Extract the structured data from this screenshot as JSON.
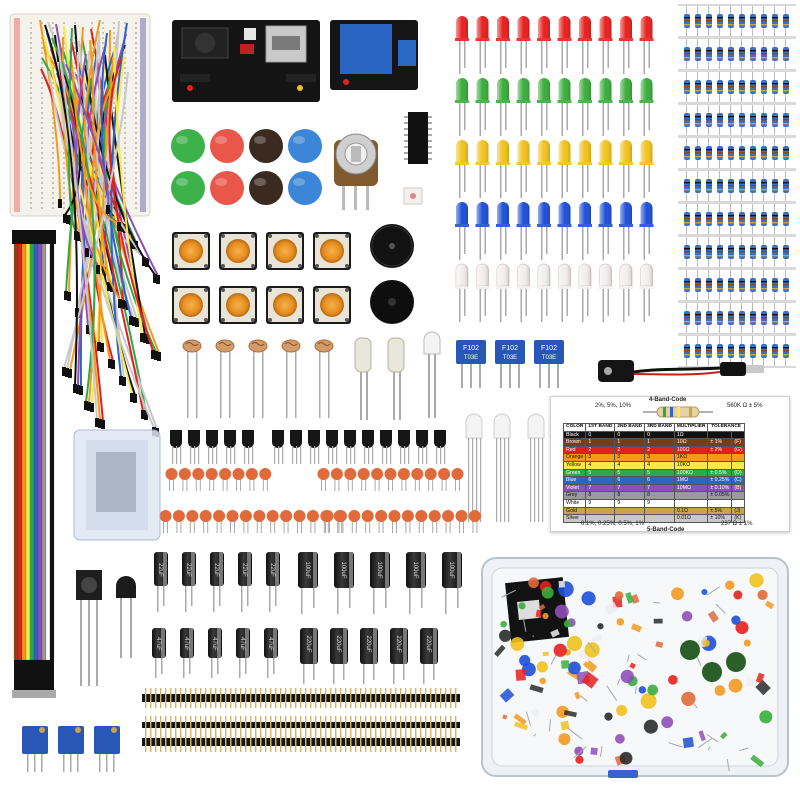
{
  "scene": {
    "description_free": true
  },
  "card": {
    "band4_title": "4-Band-Code",
    "band5_title": "5-Band-Code",
    "tol_top": "2%, 5%, 10%",
    "example4": "560K Ω ± 5%",
    "tol_bottom": "0.1%, 0.25%, 0.5%, 1%",
    "example5": "237 Ω ± 1%",
    "headers": [
      "COLOR",
      "1ST BAND",
      "2ND BAND",
      "3RD BAND",
      "MULTIPLIER",
      "TOLERANCE"
    ],
    "rows": [
      {
        "name": "Black",
        "b1": "0",
        "b2": "0",
        "b3": "0",
        "mult": "1Ω",
        "tol": "",
        "code": "",
        "color": "#111111",
        "text": "#ffffff"
      },
      {
        "name": "Brown",
        "b1": "1",
        "b2": "1",
        "b3": "1",
        "mult": "10Ω",
        "tol": "± 1%",
        "code": "(F)",
        "color": "#7a3d12",
        "text": "#ffffff"
      },
      {
        "name": "Red",
        "b1": "2",
        "b2": "2",
        "b3": "2",
        "mult": "100Ω",
        "tol": "± 2%",
        "code": "(G)",
        "color": "#e02020",
        "text": "#ffffff"
      },
      {
        "name": "Orange",
        "b1": "3",
        "b2": "3",
        "b3": "3",
        "mult": "1KΩ",
        "tol": "",
        "code": "",
        "color": "#f39a1e",
        "text": "#111111"
      },
      {
        "name": "Yellow",
        "b1": "4",
        "b2": "4",
        "b3": "4",
        "mult": "10KΩ",
        "tol": "",
        "code": "",
        "color": "#f7e94a",
        "text": "#111111"
      },
      {
        "name": "Green",
        "b1": "5",
        "b2": "5",
        "b3": "5",
        "mult": "100KΩ",
        "tol": "± 0.5%",
        "code": "(D)",
        "color": "#2fa84a",
        "text": "#ffffff"
      },
      {
        "name": "Blue",
        "b1": "6",
        "b2": "6",
        "b3": "6",
        "mult": "1MΩ",
        "tol": "± 0.25%",
        "code": "(C)",
        "color": "#2e63c8",
        "text": "#ffffff"
      },
      {
        "name": "Violet",
        "b1": "7",
        "b2": "7",
        "b3": "7",
        "mult": "10MΩ",
        "tol": "± 0.10%",
        "code": "(B)",
        "color": "#8f4fb8",
        "text": "#ffffff"
      },
      {
        "name": "Grey",
        "b1": "8",
        "b2": "8",
        "b3": "8",
        "mult": "",
        "tol": "± 0.05%",
        "code": "",
        "color": "#9a9a9a",
        "text": "#111111"
      },
      {
        "name": "White",
        "b1": "9",
        "b2": "9",
        "b3": "9",
        "mult": "",
        "tol": "",
        "code": "",
        "color": "#ffffff",
        "text": "#111111"
      },
      {
        "name": "Gold",
        "b1": "",
        "b2": "",
        "b3": "",
        "mult": "0.1Ω",
        "tol": "± 5%",
        "code": "(J)",
        "color": "#c9a44a",
        "text": "#111111"
      },
      {
        "name": "Silver",
        "b1": "",
        "b2": "",
        "b3": "",
        "mult": "0.01Ω",
        "tol": "± 10%",
        "code": "(K)",
        "color": "#c8c8c8",
        "text": "#111111"
      }
    ]
  },
  "trimmer_labels": [
    "F102",
    "F102",
    "F102"
  ],
  "trimmer_sublabels": [
    "T03E",
    "T03E",
    "T03E"
  ],
  "cap_labels_top": [
    "22uF",
    "22uF",
    "22uF",
    "22uF",
    "22uF",
    "100uF",
    "100uF",
    "100uF",
    "100uF",
    "100uF"
  ],
  "cap_labels_bottom": [
    "47uF",
    "47uF",
    "47uF",
    "47uF",
    "47uF",
    "220uF",
    "220uF",
    "220uF",
    "220uF",
    "220uF"
  ],
  "colors": {
    "led_rows": [
      "#e8201e",
      "#3aad3a",
      "#f2c21c",
      "#1e4fd8",
      "#f3eeee"
    ],
    "button_caps": [
      "#3db24a",
      "#e8574a",
      "#3a2a20",
      "#3b86d6"
    ],
    "ribbon": [
      "#8b4513",
      "#e02020",
      "#f39a1e",
      "#f7e94a",
      "#2fa84a",
      "#2e63c8",
      "#8f4fb8",
      "#9a9a9a",
      "#ffffff",
      "#111111"
    ]
  }
}
